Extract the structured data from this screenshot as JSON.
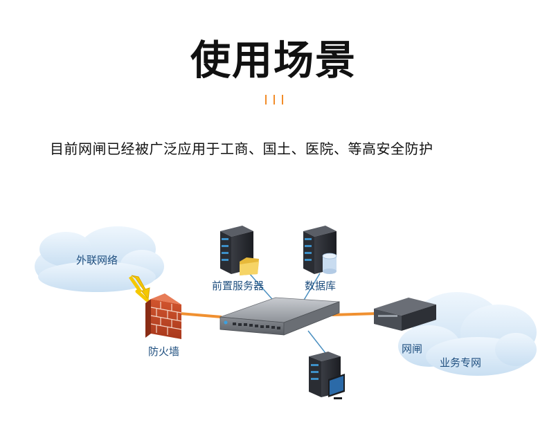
{
  "page": {
    "title": "使用场景",
    "description": "目前网闸已经被广泛应用于工商、国土、医院、等高安全防护",
    "accent_color": "#f28c28"
  },
  "diagram": {
    "nodes": {
      "external_network": "外联网络",
      "firewall": "防火墙",
      "front_server": "前置服务器",
      "database": "数据库",
      "gatekeeper": "网闸",
      "business_network": "业务专网"
    },
    "colors": {
      "orange_link": "#f09030",
      "blue_link": "#4a8fc0",
      "lightning": "#f5c800",
      "cloud": "#d8eaf8",
      "label": "#1f4f7f"
    }
  }
}
